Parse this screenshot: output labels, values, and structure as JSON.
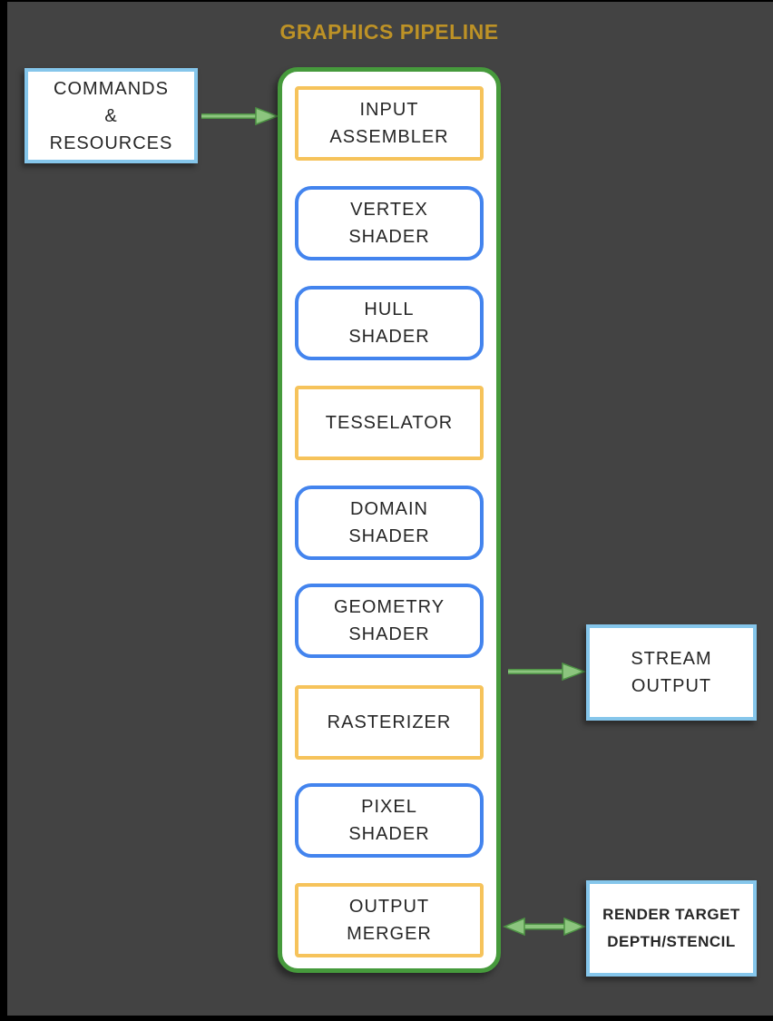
{
  "page": {
    "title": "GRAPHICS PIPELINE"
  },
  "colors": {
    "background_gray": "#434343",
    "edge_black": "#000000",
    "title_gold": "#BD9226",
    "container_border_green": "#469A3C",
    "shader_stage_blue": "#4384EE",
    "fixed_stage_orange": "#F6C35B",
    "io_box_light_blue": "#85C6EB",
    "arrow_green_fill": "#8CC57E",
    "arrow_green_stroke": "#4E9345",
    "box_fill_white": "#FFFFFF",
    "text_color": "#262626"
  },
  "nodes": {
    "commands": {
      "line1": "COMMANDS",
      "line2": "&",
      "line3": "RESOURCES"
    },
    "stream_output": {
      "line1": "STREAM",
      "line2": "OUTPUT"
    },
    "render_target": {
      "line1": "RENDER TARGET",
      "line2": "DEPTH/STENCIL"
    }
  },
  "pipeline": {
    "stages": [
      {
        "id": "input-assembler",
        "type": "fixed",
        "line1": "INPUT",
        "line2": "ASSEMBLER"
      },
      {
        "id": "vertex-shader",
        "type": "shader",
        "line1": "VERTEX",
        "line2": "SHADER"
      },
      {
        "id": "hull-shader",
        "type": "shader",
        "line1": "HULL",
        "line2": "SHADER"
      },
      {
        "id": "tesselator",
        "type": "fixed",
        "line1": "TESSELATOR",
        "line2": ""
      },
      {
        "id": "domain-shader",
        "type": "shader",
        "line1": "DOMAIN",
        "line2": "SHADER"
      },
      {
        "id": "geometry-shader",
        "type": "shader",
        "line1": "GEOMETRY",
        "line2": "SHADER"
      },
      {
        "id": "rasterizer",
        "type": "fixed",
        "line1": "RASTERIZER",
        "line2": ""
      },
      {
        "id": "pixel-shader",
        "type": "shader",
        "line1": "PIXEL",
        "line2": "SHADER"
      },
      {
        "id": "output-merger",
        "type": "fixed",
        "line1": "OUTPUT",
        "line2": "MERGER"
      }
    ]
  },
  "arrows": [
    {
      "id": "commands-to-pipeline",
      "direction": "right"
    },
    {
      "id": "pipeline-to-stream-output",
      "direction": "right"
    },
    {
      "id": "output-merger-to-render-target",
      "direction": "both"
    }
  ]
}
